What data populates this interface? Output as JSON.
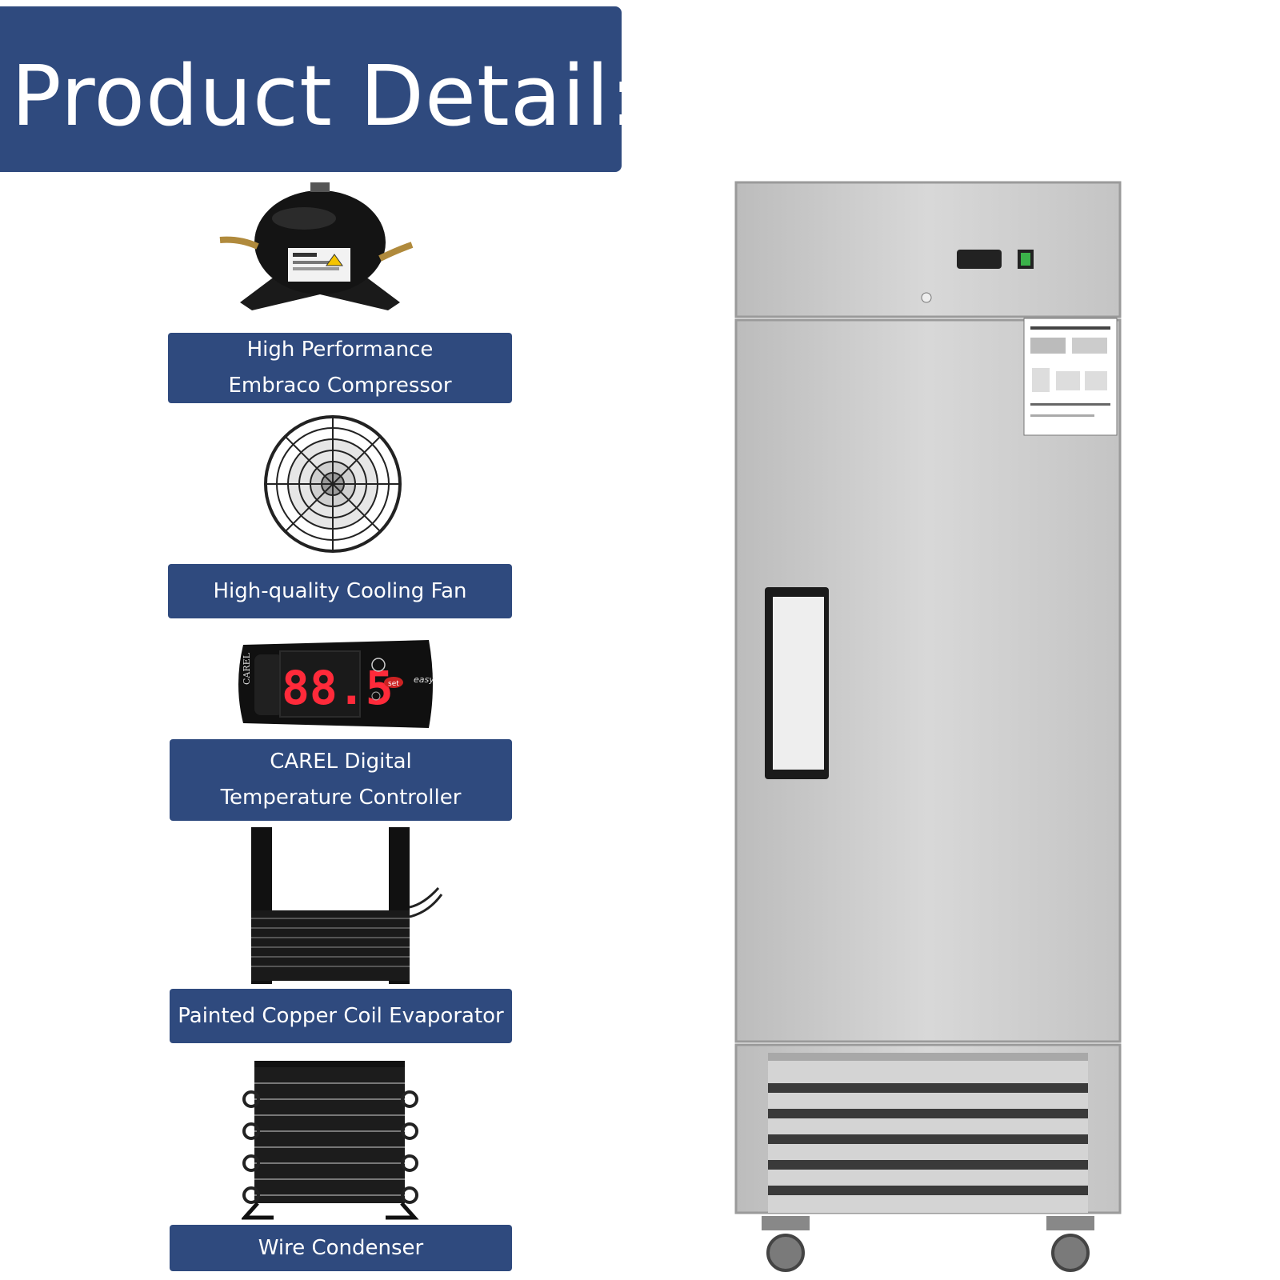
{
  "header": {
    "title": "Product Detail:"
  },
  "features": [
    {
      "icon": "compressor-icon",
      "lines": [
        "High Performance",
        "Embraco Compressor"
      ]
    },
    {
      "icon": "cooling-fan-icon",
      "lines": [
        "High-quality Cooling Fan"
      ]
    },
    {
      "icon": "temperature-controller-icon",
      "lines": [
        "CAREL Digital",
        "Temperature Controller"
      ],
      "display": "88.5",
      "brand": "CAREL",
      "model": "easy",
      "button": "set"
    },
    {
      "icon": "evaporator-coil-icon",
      "lines": [
        "Painted Copper Coil Evaporator"
      ]
    },
    {
      "icon": "wire-condenser-icon",
      "lines": [
        "Wire Condenser"
      ]
    }
  ],
  "product": {
    "icon": "refrigerator-icon"
  },
  "colors": {
    "accent": "#2f4a7e",
    "text_on_accent": "#ffffff",
    "display_red": "#ff2a3a"
  }
}
